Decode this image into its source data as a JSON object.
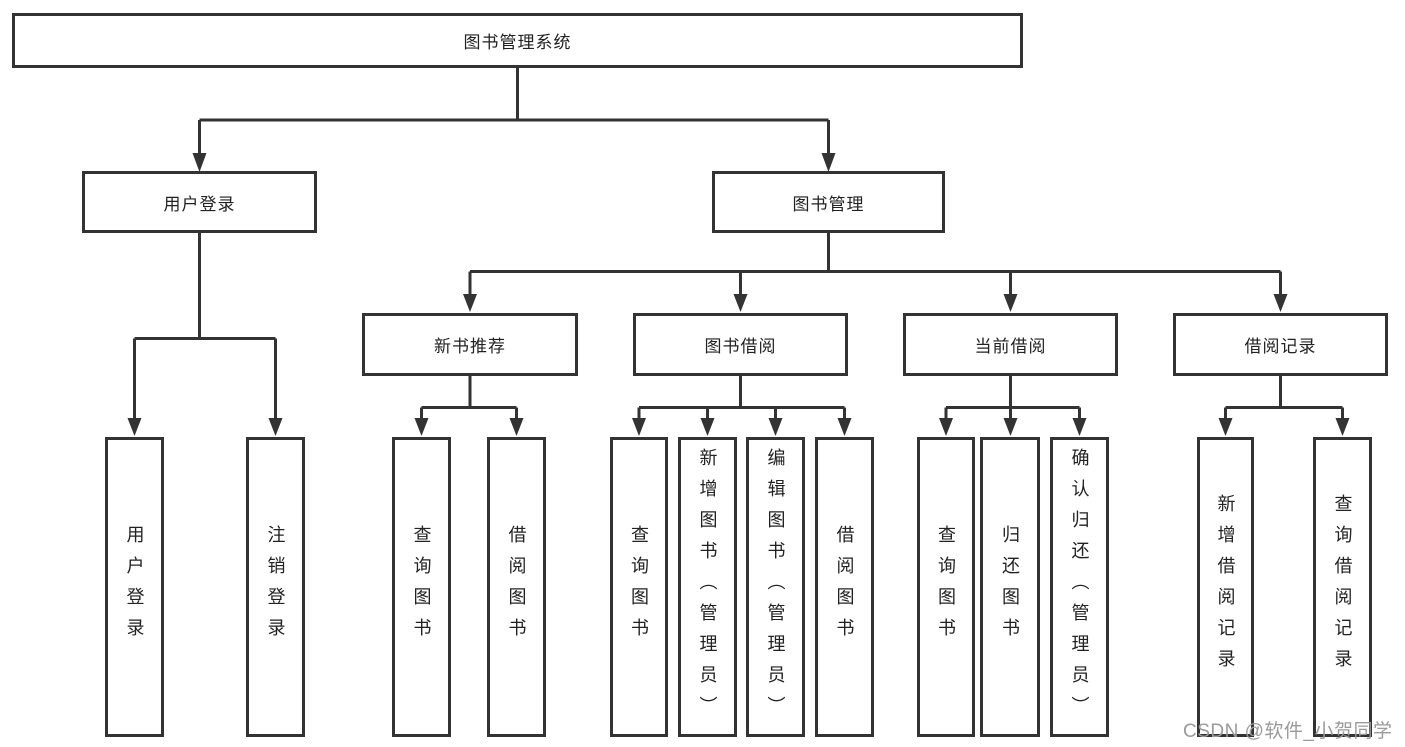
{
  "tree": {
    "root": {
      "label": "图书管理系统",
      "children": [
        {
          "label": "用户登录",
          "children": [
            {
              "label": "用户登录"
            },
            {
              "label": "注销登录"
            }
          ]
        },
        {
          "label": "图书管理",
          "children": [
            {
              "label": "新书推荐",
              "children": [
                {
                  "label": "查询图书"
                },
                {
                  "label": "借阅图书"
                }
              ]
            },
            {
              "label": "图书借阅",
              "children": [
                {
                  "label": "查询图书"
                },
                {
                  "label": "新增图书（管理员）"
                },
                {
                  "label": "编辑图书（管理员）"
                },
                {
                  "label": "借阅图书"
                }
              ]
            },
            {
              "label": "当前借阅",
              "children": [
                {
                  "label": "查询图书"
                },
                {
                  "label": "归还图书"
                },
                {
                  "label": "确认归还（管理员）"
                }
              ]
            },
            {
              "label": "借阅记录",
              "children": [
                {
                  "label": "新增借阅记录"
                },
                {
                  "label": "查询借阅记录"
                }
              ]
            }
          ]
        }
      ]
    }
  },
  "watermark": {
    "text": "CSDN @软件_小贺同学"
  },
  "colors": {
    "line": "#333333",
    "text": "#222222",
    "watermark": "#9a9a9a",
    "background": "#ffffff"
  }
}
